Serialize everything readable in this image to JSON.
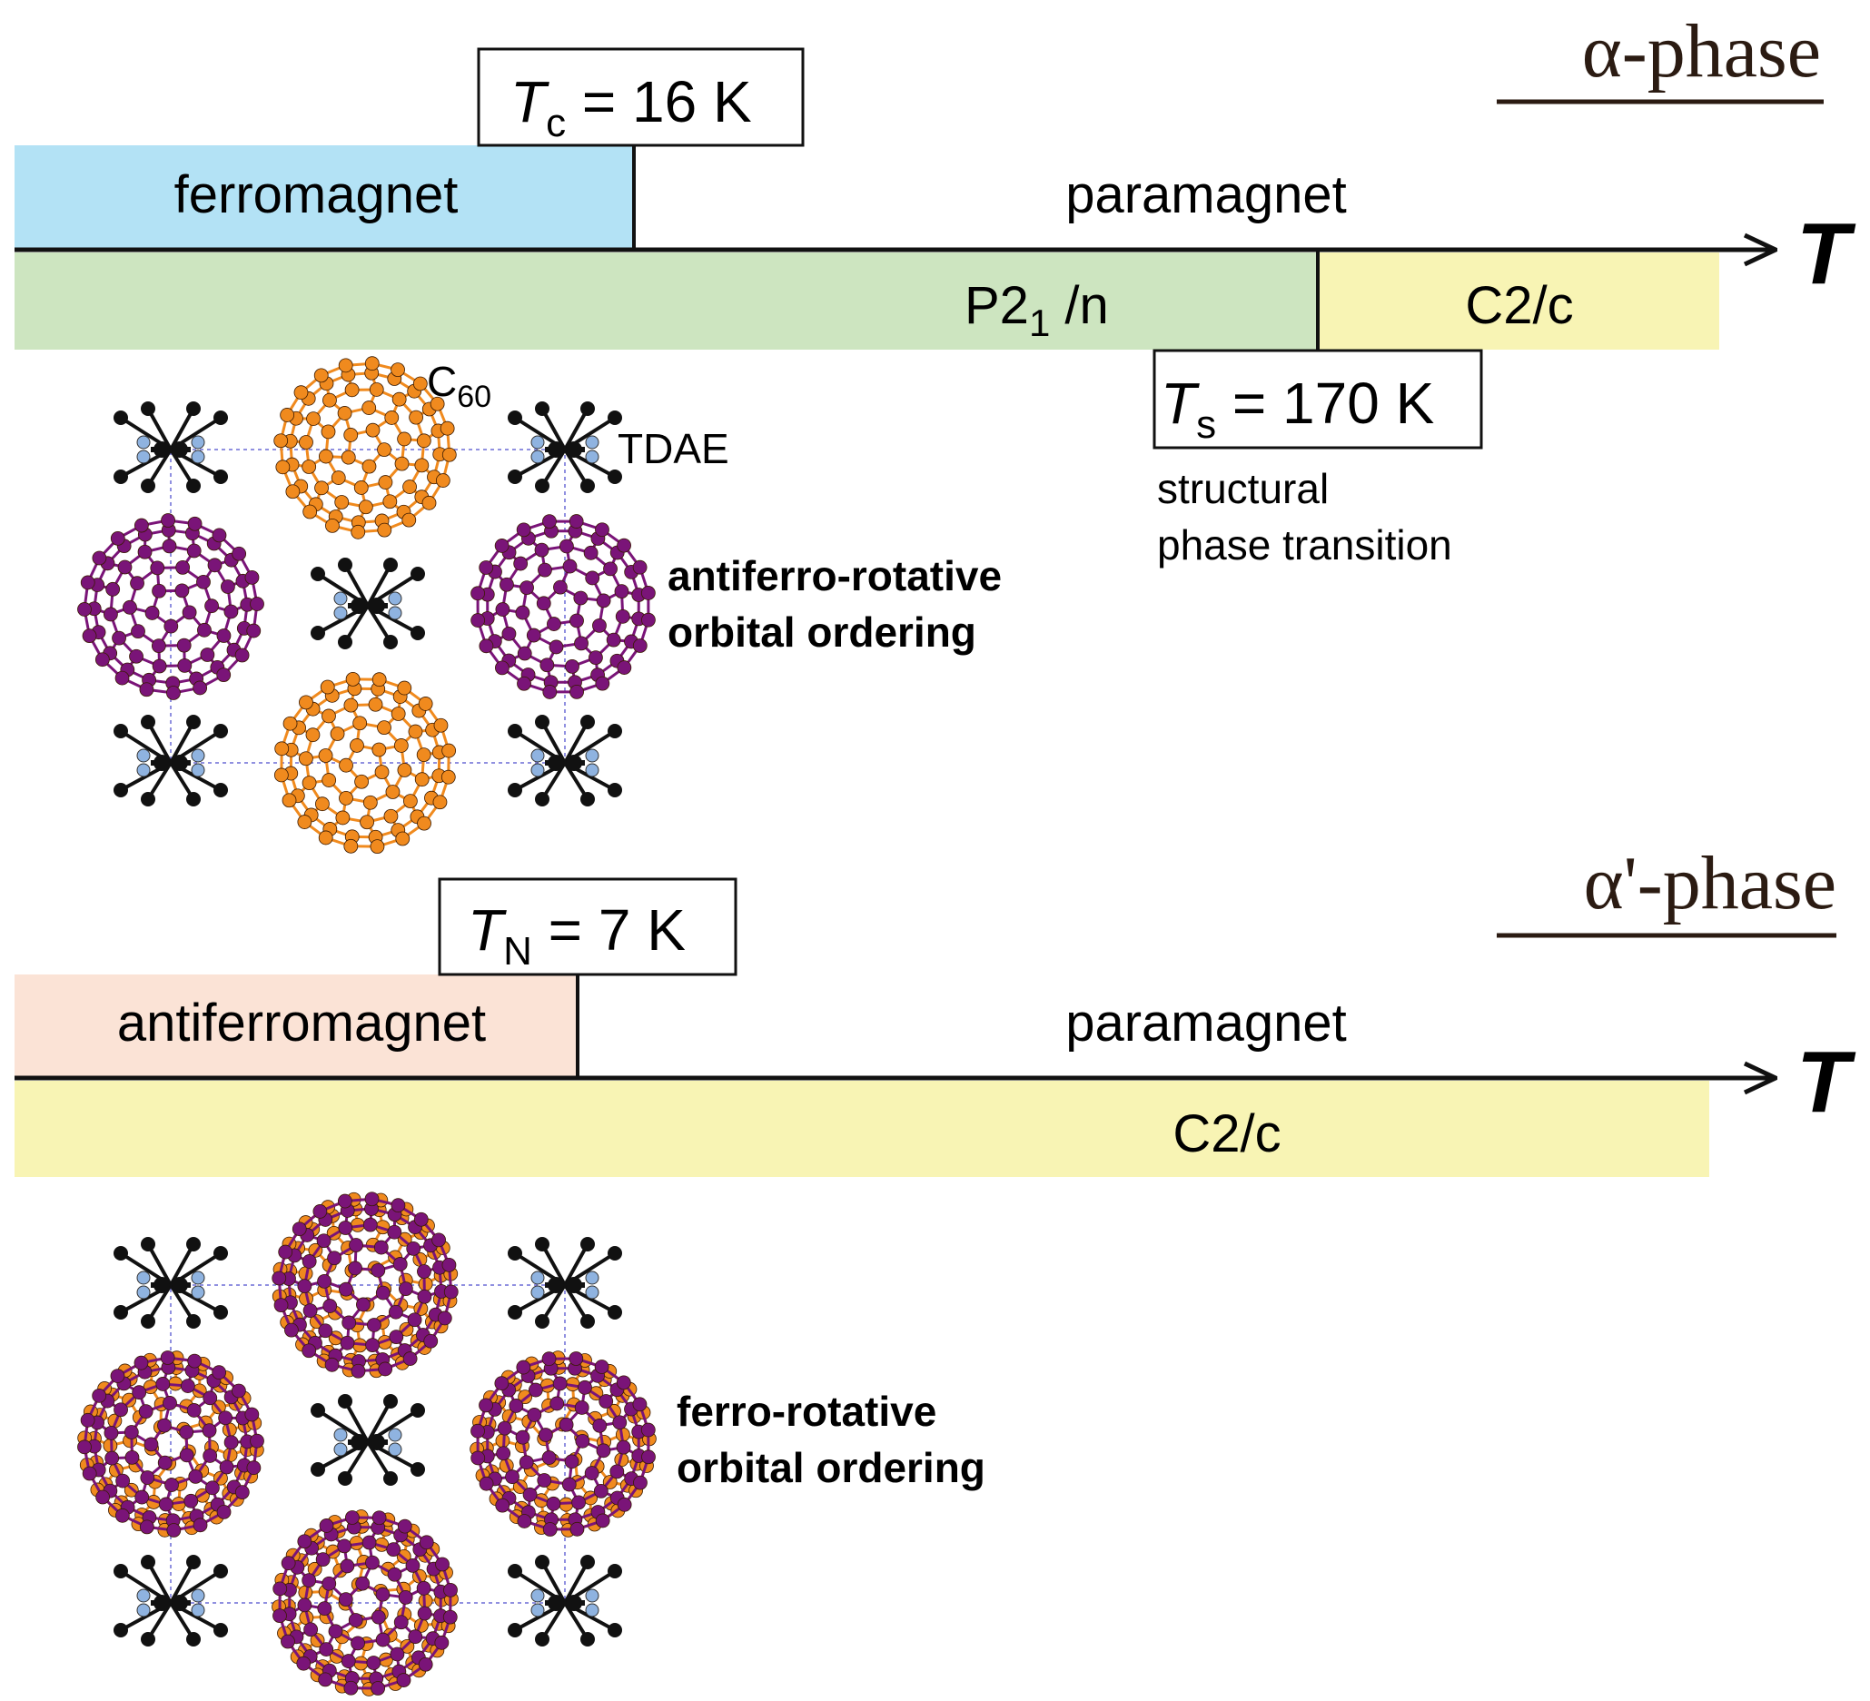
{
  "alpha": {
    "title": "α-phase",
    "transition_box": {
      "symbol": "T",
      "subscript": "c",
      "value": " = 16 K"
    },
    "magnetic_left": "ferromagnet",
    "magnetic_right": "paramagnet",
    "axis_label": "T",
    "structure_left": "P2",
    "structure_left_sub": "1",
    "structure_left_tail": " /n",
    "structure_right": "C2/c",
    "structural_box": {
      "symbol": "T",
      "subscript": "s",
      "value": " = 170 K"
    },
    "structural_note_line1": "structural",
    "structural_note_line2": "phase transition",
    "molecule_label_c60": "C",
    "molecule_label_c60_sub": "60",
    "molecule_label_tdae": "TDAE",
    "ordering_line1": "antiferro-rotative",
    "ordering_line2": "orbital ordering"
  },
  "alpha_prime": {
    "title": "α'-phase",
    "transition_box": {
      "symbol": "T",
      "subscript": "N",
      "value": " = 7 K"
    },
    "magnetic_left": "antiferromagnet",
    "magnetic_right": "paramagnet",
    "axis_label": "T",
    "structure": "C2/c",
    "ordering_line1": "ferro-rotative",
    "ordering_line2": "orbital ordering"
  },
  "colors": {
    "ferromagnet": "#b3e2f5",
    "antiferromagnet": "#fbe3d6",
    "p21n": "#cde5c0",
    "c2c": "#f8f4b4",
    "c60_orange": "#f08a1e",
    "c60_purple": "#7a1478",
    "tdae_black": "#111111",
    "tdae_blue": "#8fb3e0"
  }
}
